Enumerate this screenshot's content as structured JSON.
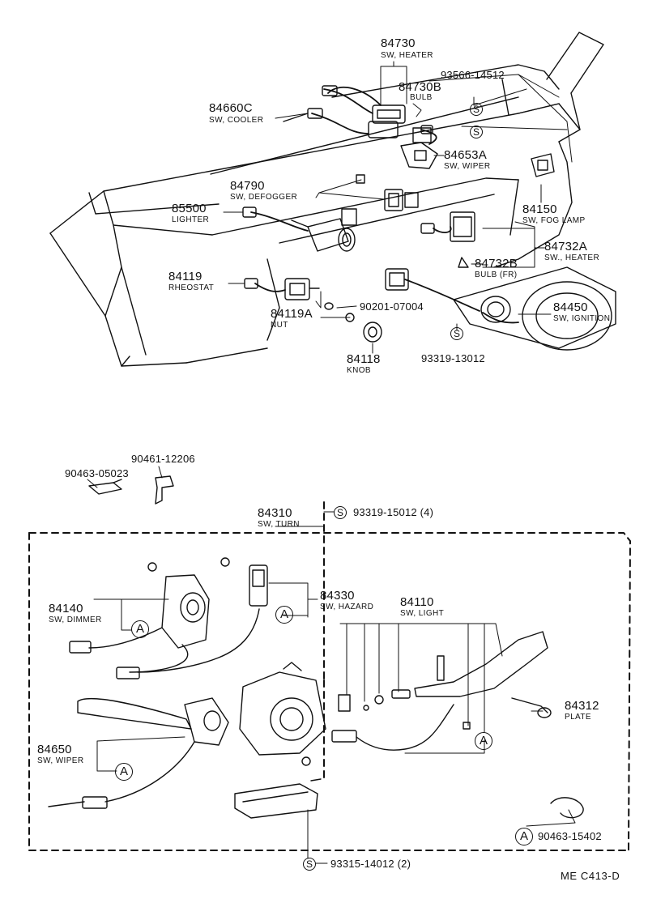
{
  "callouts": [
    {
      "id": "c84730",
      "part": "84730",
      "name": "SW, HEATER"
    },
    {
      "id": "c84730B",
      "part": "84730B",
      "name": "BULB"
    },
    {
      "id": "c93566",
      "part": "93566-14512",
      "name": ""
    },
    {
      "id": "c84660C",
      "part": "84660C",
      "name": "SW, COOLER"
    },
    {
      "id": "c84653A",
      "part": "84653A",
      "name": "SW, WIPER"
    },
    {
      "id": "c84790",
      "part": "84790",
      "name": "SW, DEFOGGER"
    },
    {
      "id": "c85500",
      "part": "85500",
      "name": "LIGHTER"
    },
    {
      "id": "c84150",
      "part": "84150",
      "name": "SW, FOG LAMP"
    },
    {
      "id": "c84732A",
      "part": "84732A",
      "name": "SW., HEATER"
    },
    {
      "id": "c84732B",
      "part": "84732B",
      "name": "BULB (FR)"
    },
    {
      "id": "c84119",
      "part": "84119",
      "name": "RHEOSTAT"
    },
    {
      "id": "c90201",
      "part": "90201-07004",
      "name": ""
    },
    {
      "id": "c84119A",
      "part": "84119A",
      "name": "NUT"
    },
    {
      "id": "c84450",
      "part": "84450",
      "name": "SW, IGNITION"
    },
    {
      "id": "c84118",
      "part": "84118",
      "name": "KNOB"
    },
    {
      "id": "c93319a",
      "part": "93319-13012",
      "name": ""
    },
    {
      "id": "c90461",
      "part": "90461-12206",
      "name": ""
    },
    {
      "id": "c90463a",
      "part": "90463-05023",
      "name": ""
    },
    {
      "id": "c84310",
      "part": "84310",
      "name": "SW, TURN"
    },
    {
      "id": "c93319b",
      "part": "93319-15012 (4)",
      "name": ""
    },
    {
      "id": "c84330",
      "part": "84330",
      "name": "SW, HAZARD"
    },
    {
      "id": "c84140",
      "part": "84140",
      "name": "SW, DIMMER"
    },
    {
      "id": "c84110",
      "part": "84110",
      "name": "SW, LIGHT"
    },
    {
      "id": "c84312",
      "part": "84312",
      "name": "PLATE"
    },
    {
      "id": "c84650",
      "part": "84650",
      "name": "SW, WIPER"
    },
    {
      "id": "c90463b",
      "part": "90463-15402",
      "name": ""
    },
    {
      "id": "c93315",
      "part": "93315-14012 (2)",
      "name": ""
    }
  ],
  "marks": {
    "s": "S",
    "a": "A"
  },
  "drawing_code": "ME  C413-D"
}
